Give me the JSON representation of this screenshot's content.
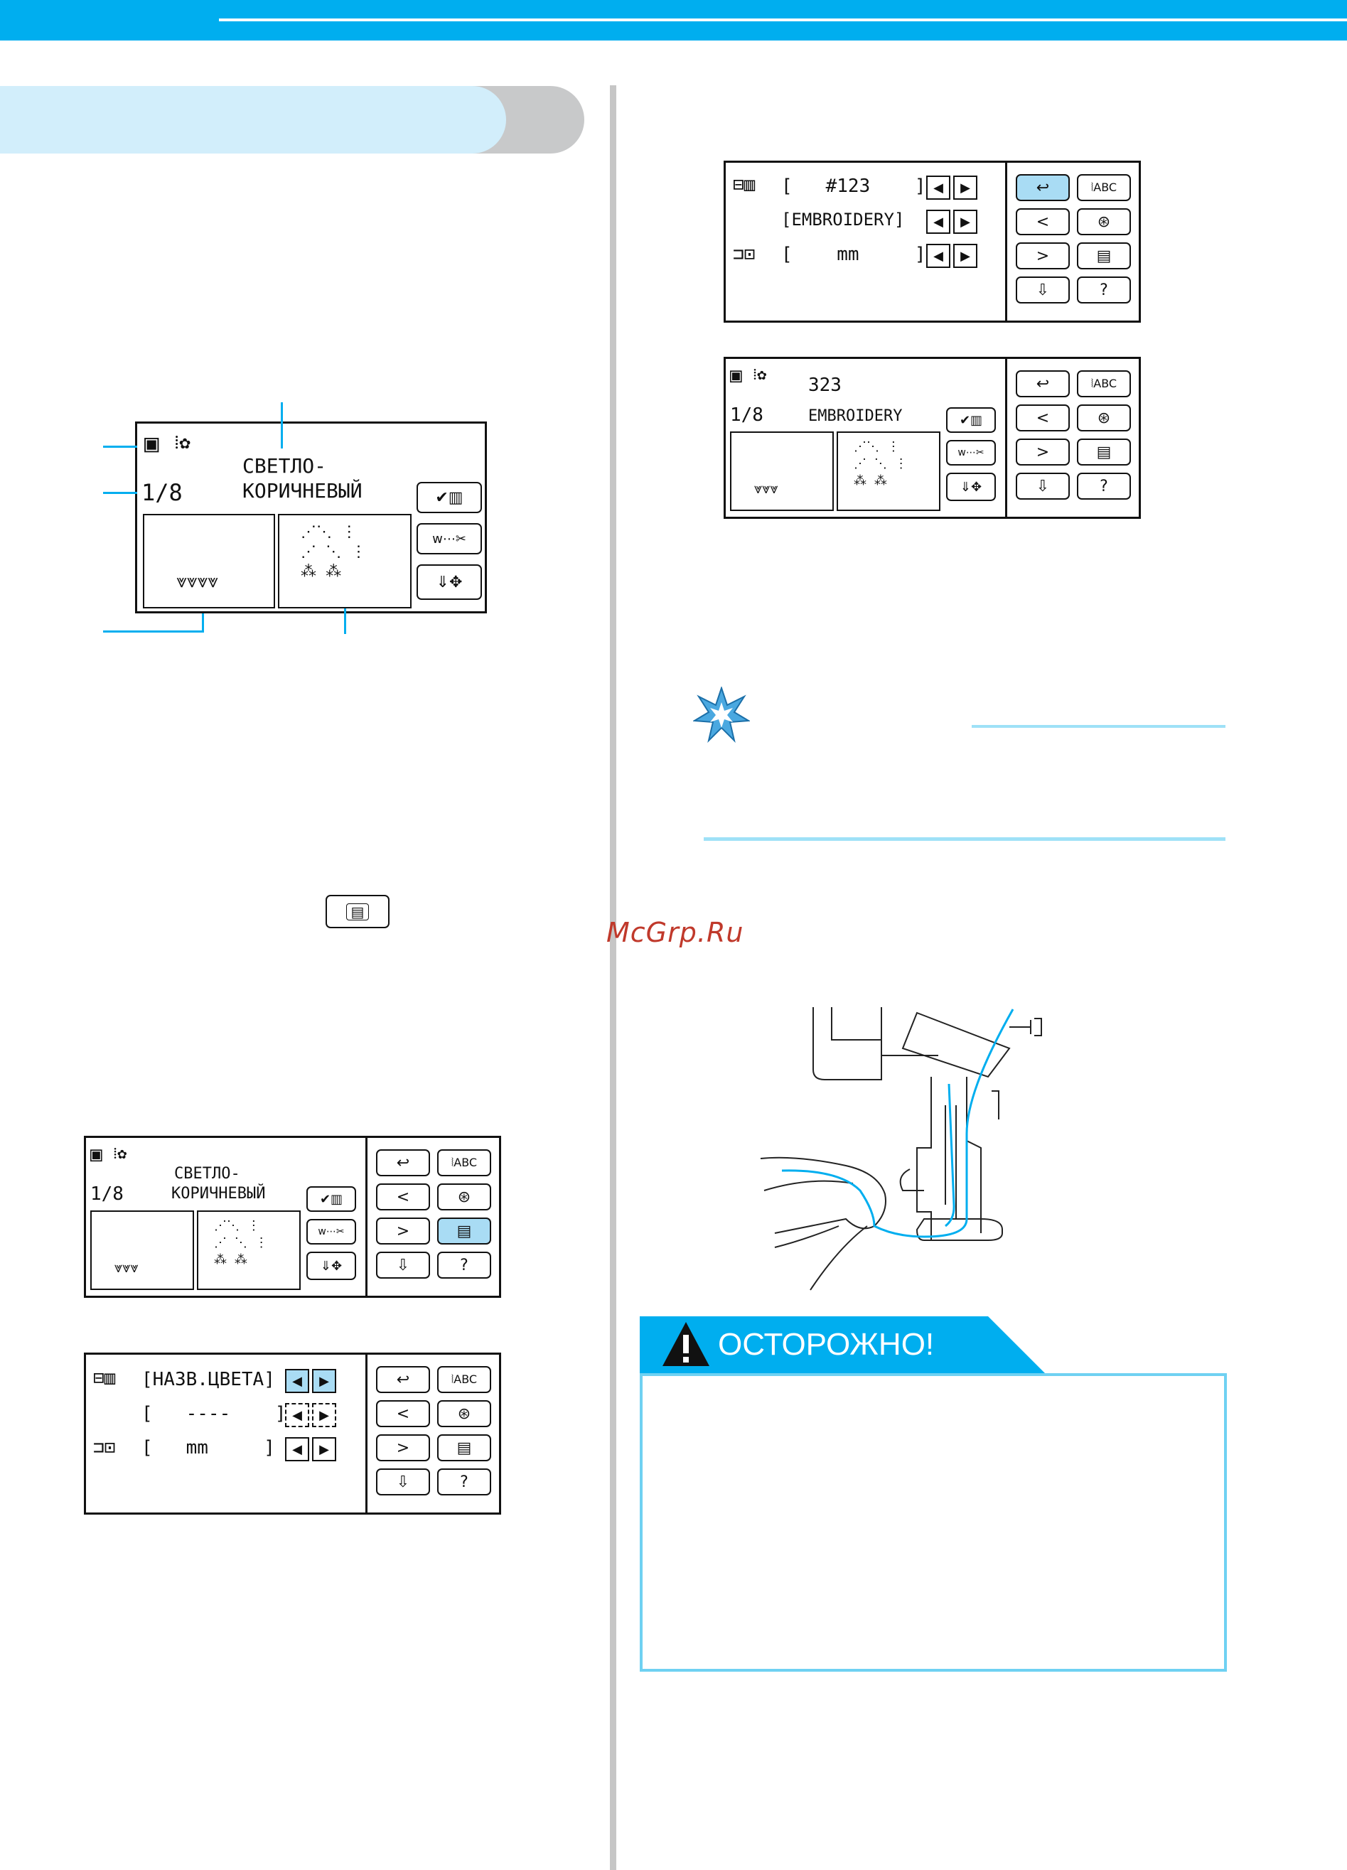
{
  "watermark": "McGrp.Ru",
  "caution": {
    "title": "ОСТОРОЖНО!",
    "icon": "warning-triangle-icon"
  },
  "colors": {
    "accent": "#00aeef",
    "pill": "#d2eefb",
    "highlight": "#a9dcf4",
    "warning_text": "#c0392b"
  },
  "screen_main": {
    "page": "1/8",
    "color_name_line1": "СВЕТЛО-",
    "color_name_line2": "КОРИЧНЕВЫЙ"
  },
  "screen_top_right": {
    "field1": "#123",
    "field2": "EMBROIDERY",
    "field3": "mm"
  },
  "screen_right_second": {
    "number": "323",
    "page": "1/8",
    "brand": "EMBROIDERY"
  },
  "screen_left_bottom": {
    "page": "1/8",
    "color_name_line1": "СВЕТЛО-",
    "color_name_line2": "КОРИЧНЕВЫЙ"
  },
  "screen_settings": {
    "field1": "НАЗВ.ЦВЕТА",
    "field2": "----",
    "field3": "mm"
  }
}
